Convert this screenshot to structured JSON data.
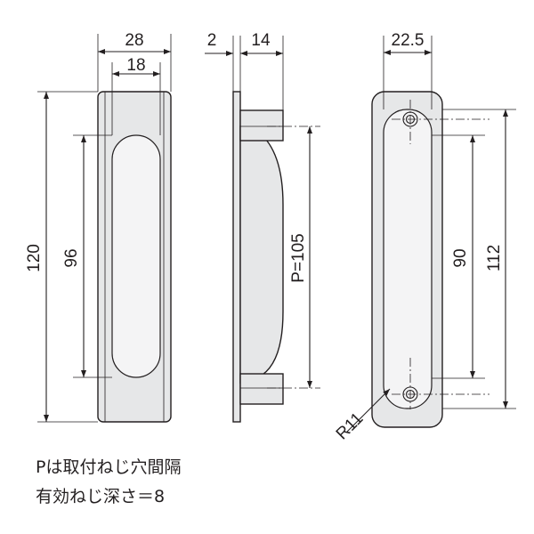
{
  "front_view": {
    "dim_outer_width": "28",
    "dim_inner_width": "18",
    "dim_outer_height": "120",
    "dim_inner_height": "96"
  },
  "side_view": {
    "dim_flange": "2",
    "dim_depth": "14",
    "dim_pitch": "P=105"
  },
  "back_view": {
    "dim_width": "22.5",
    "dim_hole_spacing": "90",
    "dim_height": "112",
    "dim_radius": "R11"
  },
  "notes": {
    "line1": "Pは取付ねじ穴間隔",
    "line2": "有効ねじ深さ＝8"
  },
  "colors": {
    "line": "#231f20",
    "body": "#e6e7e8"
  }
}
